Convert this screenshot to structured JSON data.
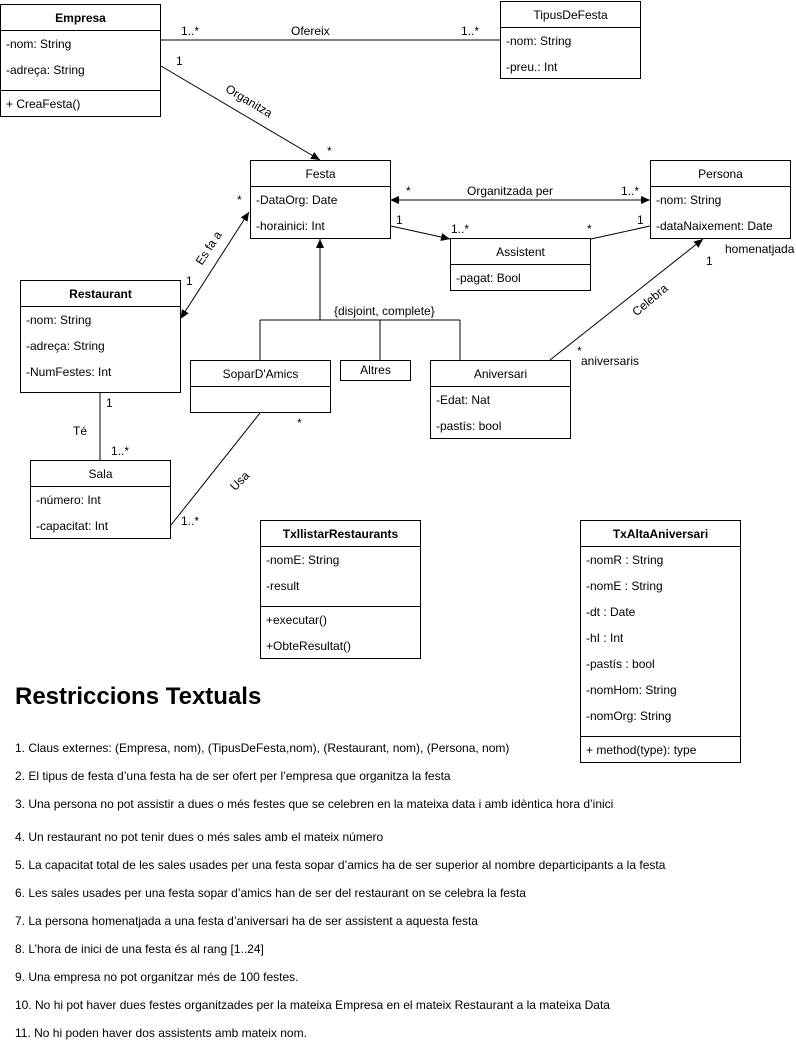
{
  "classes": {
    "empresa": {
      "name": "Empresa",
      "attrs": [
        "-nom: String",
        "-adreça: String"
      ],
      "ops": [
        "+ CreaFesta()"
      ]
    },
    "tipus": {
      "name": "TipusDeFesta",
      "attrs": [
        "-nom: String",
        "-preu.: Int"
      ]
    },
    "festa": {
      "name": "Festa",
      "attrs": [
        "-DataOrg: Date",
        "-horainici: Int"
      ]
    },
    "persona": {
      "name": "Persona",
      "attrs": [
        "-nom: String",
        "-dataNaixement: Date"
      ]
    },
    "assistent": {
      "name": "Assistent",
      "attrs": [
        "-pagat: Bool"
      ]
    },
    "restaurant": {
      "name": "Restaurant",
      "attrs": [
        "-nom: String",
        "-adreça: String",
        "-NumFestes: Int"
      ]
    },
    "sopar": {
      "name": "SoparD'Amics"
    },
    "altres": {
      "name": "Altres"
    },
    "aniversari": {
      "name": "Aniversari",
      "attrs": [
        "-Edat: Nat",
        "-pastís: bool"
      ]
    },
    "sala": {
      "name": "Sala",
      "attrs": [
        "-número: Int",
        "-capacitat: Int"
      ]
    },
    "txllistar": {
      "name": "TxllistarRestaurants",
      "attrs": [
        "-nomE: String",
        "-result"
      ],
      "ops": [
        "+executar()",
        "+ObteResultat()"
      ]
    },
    "txalta": {
      "name": "TxAltaAniversari",
      "attrs": [
        "-nomR : String",
        "-nomE : String",
        "-dt : Date",
        "-hI : Int",
        "-pastís : bool",
        "-nomHom: String",
        "-nomOrg: String"
      ],
      "ops": [
        "+ method(type): type"
      ]
    }
  },
  "associations": {
    "ofereix": {
      "label": "Ofereix",
      "m1": "1..*",
      "m2": "1..*"
    },
    "organitza": {
      "label": "Organitza",
      "m1": "1",
      "m2": "*"
    },
    "organitzada": {
      "label": "Organitzada per",
      "m1": "*",
      "m2": "1..*"
    },
    "assist": {
      "m_festa": "1",
      "m_assist": "1..*",
      "m_assist_pers": "*",
      "m_pers": "1"
    },
    "esfaa": {
      "label": "Es fa a",
      "m1": "*",
      "m2": "1"
    },
    "genset": {
      "label": "{disjoint, complete}"
    },
    "celebra": {
      "label": "Celebra",
      "m1": "1",
      "m2": "*",
      "role1": "homenatjada",
      "role2": "aniversaris"
    },
    "te": {
      "label": "Té",
      "m1": "1",
      "m2": "1..*"
    },
    "usa": {
      "label": "Usa",
      "m1": "*",
      "m2": "1..*"
    }
  },
  "constraints": {
    "title": "Restriccions Textuals",
    "items": [
      "1. Claus externes: (Empresa, nom), (TipusDeFesta,nom), (Restaurant, nom), (Persona, nom)",
      "2. El tipus de festa d’una festa ha de ser ofert per l’empresa que organitza la festa",
      "3. Una persona no pot assistir a dues o més festes que se celebren en la mateixa data i amb idèntica hora d’inici",
      "4. Un restaurant no pot tenir dues o més sales amb el mateix número",
      "5. La capacitat total de les sales usades per una festa sopar d’amics ha de ser superior al nombre departicipants a la festa",
      "6. Les sales usades per una festa sopar d’amics han de ser del restaurant on se celebra la festa",
      "7. La persona homenatjada a una festa d’aniversari ha de ser assistent a aquesta festa",
      "8. L’hora de inici de una festa és al rang [1..24]",
      "9. Una empresa no pot organitzar més de 100 festes.",
      "10. No hi pot haver dues festes organitzades per la mateixa Empresa en el mateix Restaurant a la mateixa Data",
      "11. No hi poden haver dos assistents amb mateix nom."
    ]
  }
}
